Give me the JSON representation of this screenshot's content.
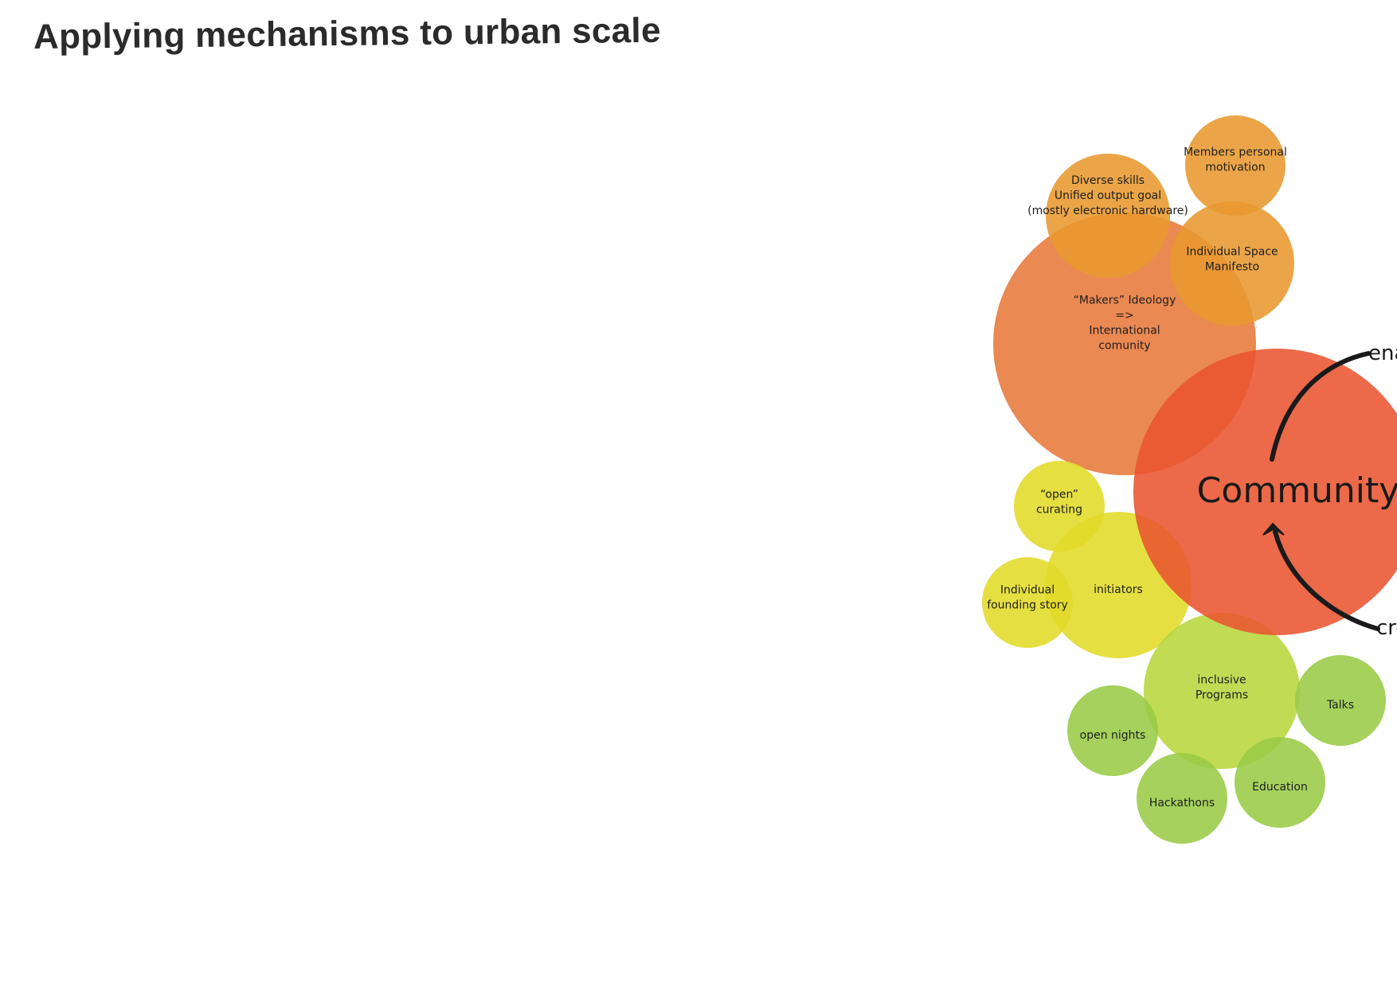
{
  "title": "Applying mechanisms to urban scale",
  "colors": {
    "orange_light": "#e8992f",
    "orange": "#e7793a",
    "red": "#e95430",
    "yellow": "#e3db28",
    "lime": "#b8d63e",
    "green": "#98cb45",
    "text": "#1f1f1f",
    "arrow": "#1a1a1a"
  },
  "community": {
    "label": "Community",
    "arrow_top_label": "ena",
    "arrow_bottom_label": "cre"
  },
  "bubbles": [
    {
      "id": "members-motivation",
      "lines": [
        "Members personal",
        "motivation"
      ],
      "color": "orange_light"
    },
    {
      "id": "diverse-skills",
      "lines": [
        "Diverse skills",
        "Unified output goal",
        "(mostly electronic hardware)"
      ],
      "color": "orange_light"
    },
    {
      "id": "individual-space-manifesto",
      "lines": [
        "Individual Space",
        "Manifesto"
      ],
      "color": "orange_light"
    },
    {
      "id": "makers-ideology",
      "lines": [
        "“Makers” Ideology",
        "=>",
        "International",
        "comunity"
      ],
      "color": "orange"
    },
    {
      "id": "open-curating",
      "lines": [
        "“open”",
        "curating"
      ],
      "color": "yellow"
    },
    {
      "id": "initiators",
      "lines": [
        "initiators"
      ],
      "color": "yellow"
    },
    {
      "id": "individual-founding-story",
      "lines": [
        "Individual",
        "founding story"
      ],
      "color": "yellow"
    },
    {
      "id": "inclusive-programs",
      "lines": [
        "inclusive",
        "Programs"
      ],
      "color": "lime"
    },
    {
      "id": "talks",
      "lines": [
        "Talks"
      ],
      "color": "green"
    },
    {
      "id": "open-nights",
      "lines": [
        "open nights"
      ],
      "color": "green"
    },
    {
      "id": "education",
      "lines": [
        "Education"
      ],
      "color": "green"
    },
    {
      "id": "hackathons",
      "lines": [
        "Hackathons"
      ],
      "color": "green"
    }
  ]
}
